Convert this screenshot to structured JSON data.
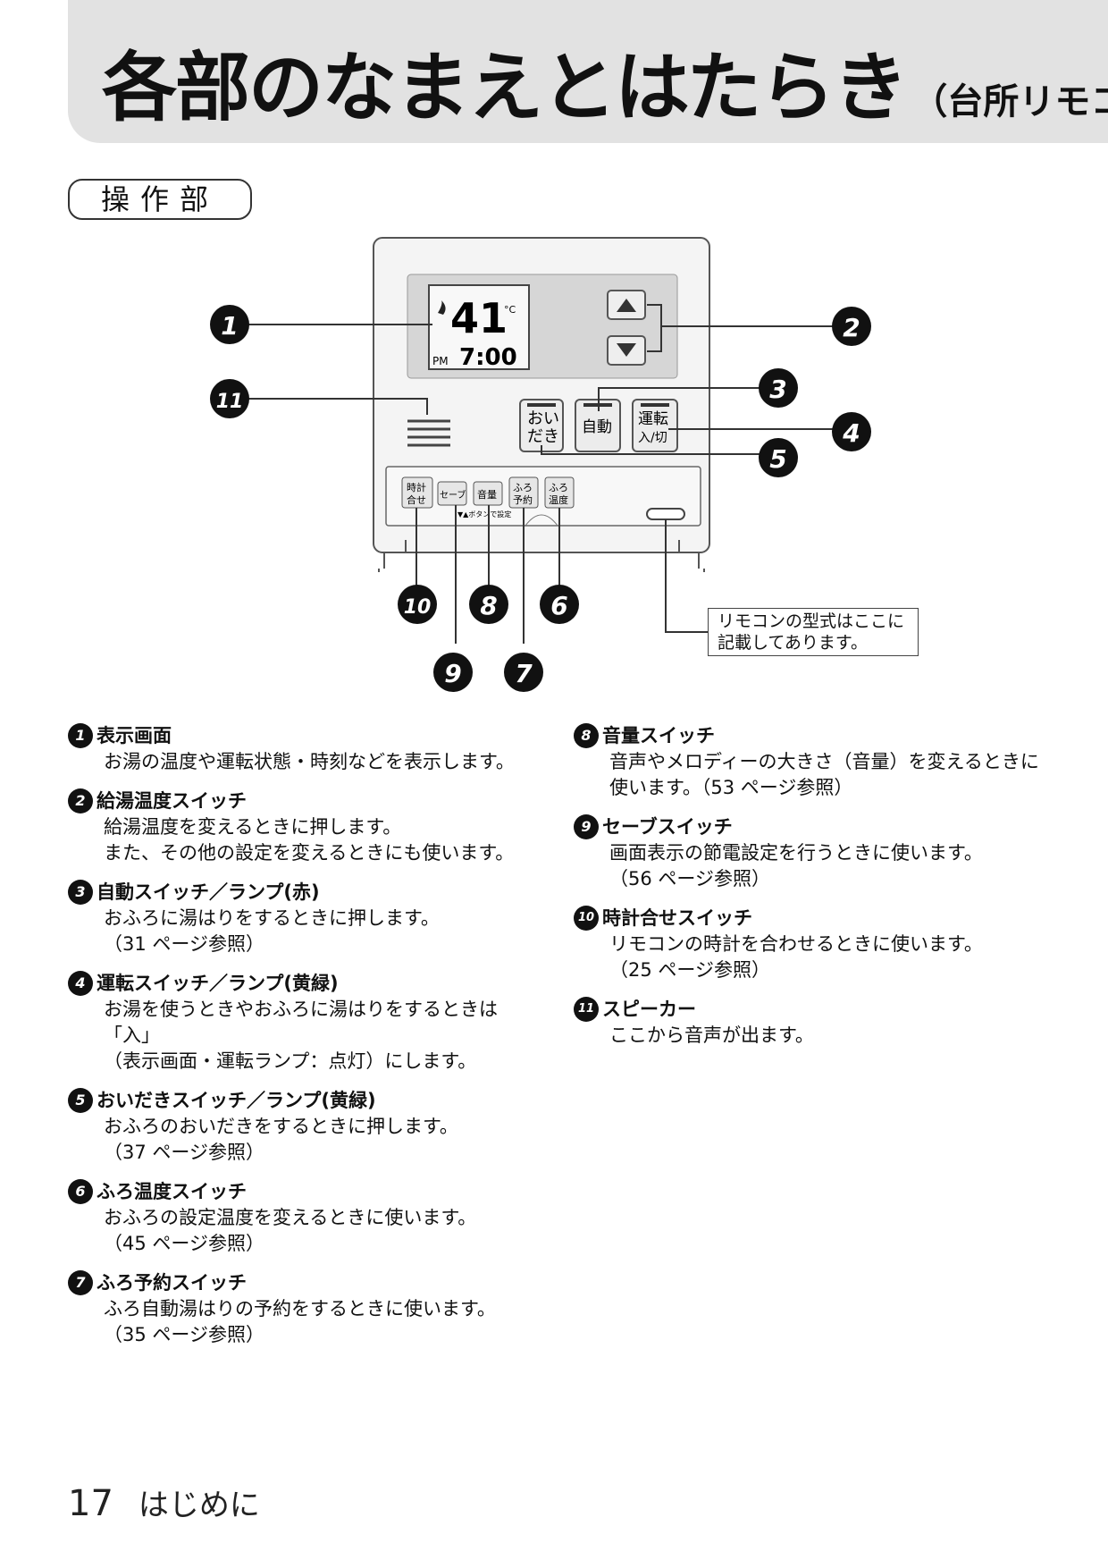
{
  "header": {
    "title": "各部のなまえとはたらき",
    "subtitle": "（台所リモコン"
  },
  "section": {
    "label": "操作部"
  },
  "remote": {
    "display_temp": "41",
    "display_unit": "°C",
    "display_ampm": "PM",
    "display_time": "7:00",
    "buttons": {
      "oidaki": [
        "おい",
        "だき"
      ],
      "jidou": "自動",
      "unten": [
        "運転",
        "入/切"
      ]
    },
    "lower_buttons": [
      "時計",
      "合せ",
      "セーブ",
      "音量",
      "ふろ",
      "予約",
      "ふろ",
      "温度"
    ],
    "lower_note": "▼▲ボタンで設定"
  },
  "markers": [
    "1",
    "2",
    "3",
    "4",
    "5",
    "6",
    "7",
    "8",
    "9",
    "10",
    "11"
  ],
  "callout": {
    "line1": "リモコンの型式はここに",
    "line2": "記載してあります。"
  },
  "items_left": [
    {
      "num": "1",
      "title": "表示画面",
      "body": "お湯の温度や運転状態・時刻などを表示します。"
    },
    {
      "num": "2",
      "title": "給湯温度スイッチ",
      "body": "給湯温度を変えるときに押します。\nまた、その他の設定を変えるときにも使います。"
    },
    {
      "num": "3",
      "title": "自動スイッチ／ランプ(赤)",
      "body": "おふろに湯はりをするときに押します。\n（31 ページ参照）"
    },
    {
      "num": "4",
      "title": "運転スイッチ／ランプ(黄緑)",
      "body": "お湯を使うときやおふろに湯はりをするときは「入」\n（表示画面・運転ランプ：点灯）にします。"
    },
    {
      "num": "5",
      "title": "おいだきスイッチ／ランプ(黄緑)",
      "body": "おふろのおいだきをするときに押します。\n（37 ページ参照）"
    },
    {
      "num": "6",
      "title": "ふろ温度スイッチ",
      "body": "おふろの設定温度を変えるときに使います。\n（45 ページ参照）"
    },
    {
      "num": "7",
      "title": "ふろ予約スイッチ",
      "body": "ふろ自動湯はりの予約をするときに使います。\n（35 ページ参照）"
    }
  ],
  "items_right": [
    {
      "num": "8",
      "title": "音量スイッチ",
      "body": "音声やメロディーの大きさ（音量）を変えるときに\n使います。（53 ページ参照）"
    },
    {
      "num": "9",
      "title": "セーブスイッチ",
      "body": "画面表示の節電設定を行うときに使います。\n（56 ページ参照）"
    },
    {
      "num": "10",
      "title": "時計合せスイッチ",
      "body": "リモコンの時計を合わせるときに使います。\n（25 ページ参照）"
    },
    {
      "num": "11",
      "title": "スピーカー",
      "body": "ここから音声が出ます。"
    }
  ],
  "footer": {
    "page": "17",
    "section": "はじめに"
  }
}
